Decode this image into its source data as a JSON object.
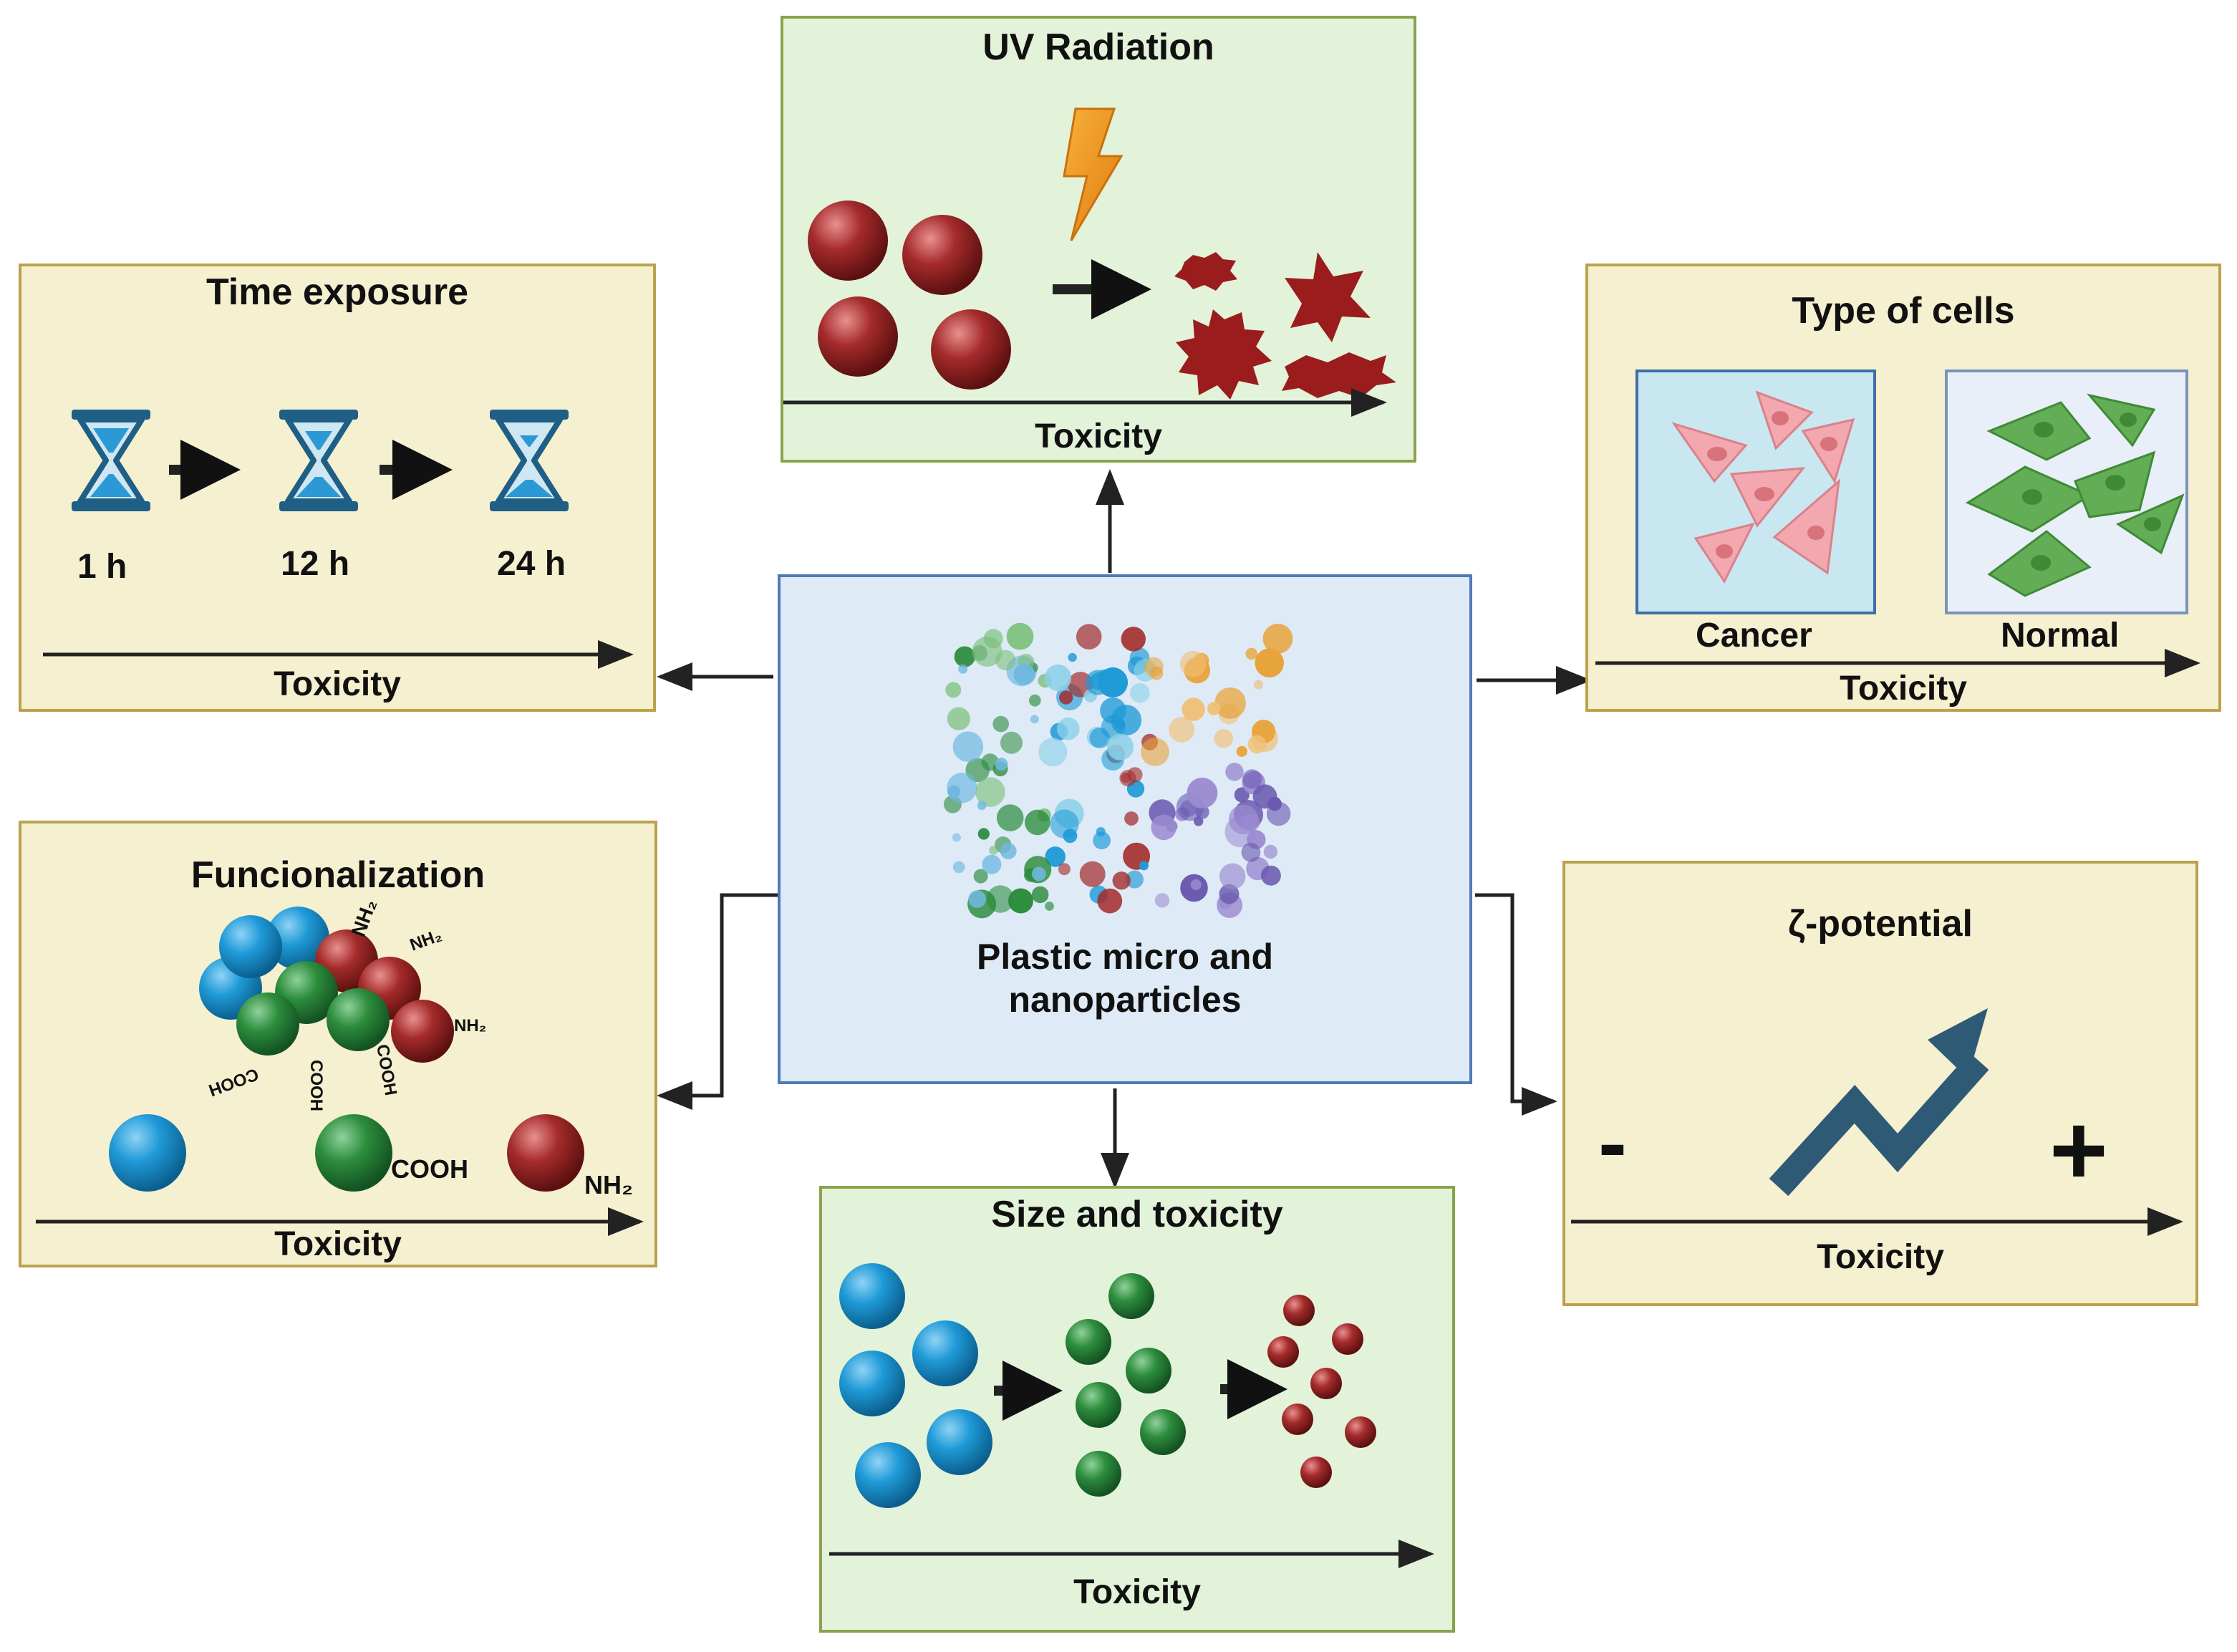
{
  "center": {
    "label_line1": "Plastic micro and",
    "label_line2": "nanoparticles"
  },
  "panels": {
    "uv": {
      "title": "UV Radiation",
      "axis_label": "Toxicity"
    },
    "time": {
      "title": "Time exposure",
      "axis_label": "Toxicity",
      "times": [
        "1 h",
        "12 h",
        "24 h"
      ]
    },
    "cells": {
      "title": "Type of cells",
      "axis_label": "Toxicity",
      "cell_types": [
        "Cancer",
        "Normal"
      ]
    },
    "functionalization": {
      "title": "Funcionalization",
      "axis_label": "Toxicity",
      "groups": [
        "COOH",
        "NH₂"
      ],
      "cluster_labels": [
        "NH₂",
        "NH₂",
        "NH₂",
        "COOH",
        "COOH",
        "COOH"
      ]
    },
    "zeta": {
      "title": "ζ-potential",
      "axis_label": "Toxicity",
      "minus": "-",
      "plus": "+"
    },
    "size": {
      "title": "Size and toxicity",
      "axis_label": "Toxicity"
    }
  },
  "colors": {
    "particle_blue": "#1e9ad6",
    "particle_green": "#2a8a3a",
    "particle_red": "#a32a2a",
    "hourglass": "#1f5f86",
    "uv_bolt": "#f29a1b",
    "cancer_cell": "#f0a6ad",
    "normal_cell": "#5aa84e",
    "trend_arrow": "#2e5a76"
  }
}
